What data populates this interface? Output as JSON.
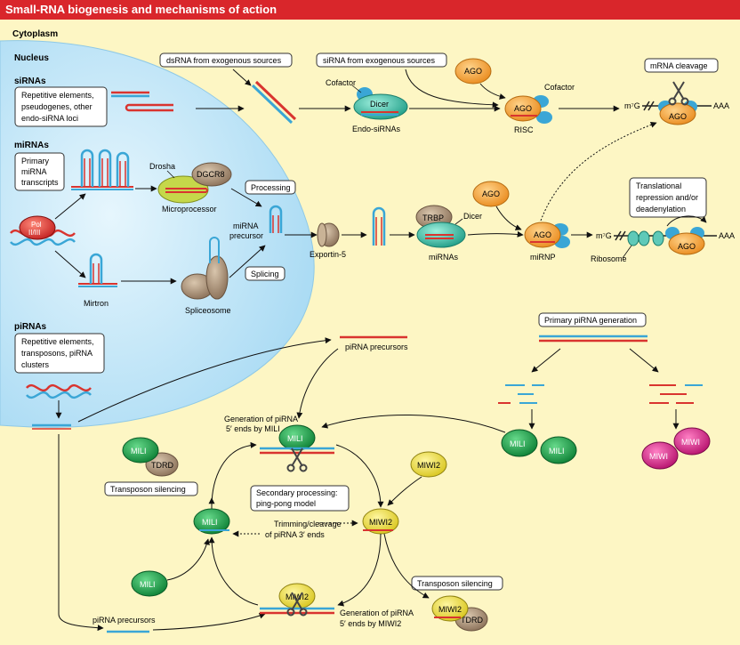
{
  "title": "Small-RNA biogenesis and mechanisms of action",
  "regions": {
    "cytoplasm": "Cytoplasm",
    "nucleus": "Nucleus"
  },
  "sections": {
    "sirnas": "siRNAs",
    "mirnas": "miRNAs",
    "pirnas": "piRNAs"
  },
  "boxes": {
    "sirna_sources": [
      "Repetitive elements,",
      "pseudogenes, other",
      "endo-siRNA loci"
    ],
    "primary_mirna": [
      "Primary",
      "miRNA",
      "transcripts"
    ],
    "pirna_sources": [
      "Repetitive elements,",
      "transposons, piRNA",
      "clusters"
    ],
    "dsrna_exo": "dsRNA from exogenous sources",
    "sirna_exo": "siRNA from exogenous sources",
    "mrna_cleavage": "mRNA cleavage",
    "processing": "Processing",
    "splicing": "Splicing",
    "translational": [
      "Translational",
      "repression and/or",
      "deadenylation"
    ],
    "primary_pirna": "Primary piRNA generation",
    "transposon_silencing_1": "Transposon silencing",
    "secondary_processing": [
      "Secondary processing:",
      "ping-pong model"
    ],
    "transposon_silencing_2": "Transposon silencing"
  },
  "proteins": {
    "ago": "AGO",
    "dicer": "Dicer",
    "drosha": "Drosha",
    "dgcr8": "DGCR8",
    "trbp": "TRBP",
    "pol": [
      "Pol",
      "II/III"
    ],
    "mili": "MILI",
    "miwi": "MIWI",
    "miwi2": "MIWI2",
    "tdrd": "TDRD"
  },
  "labels": {
    "cofactor": "Cofactor",
    "endo_sirnas": "Endo-siRNAs",
    "risc": "RISC",
    "m7g": "m⁷G",
    "aaa": "AAA",
    "microprocessor": "Microprocessor",
    "mirna_precursor": [
      "miRNA",
      "precursor"
    ],
    "exportin": "Exportin-5",
    "mirnas": "miRNAs",
    "mirnp": "miRNP",
    "ribosome": "Ribosome",
    "mirtron": "Mirtron",
    "spliceosome": "Spliceosome",
    "pirna_precursors": "piRNA precursors",
    "generation_mili": [
      "Generation of piRNA",
      "5′ ends by MILI"
    ],
    "trimming": [
      "Trimming/cleavage",
      "of piRNA 3′ ends"
    ],
    "generation_miwi2": [
      "Generation of piRNA",
      "5′ ends by MIWI2"
    ]
  },
  "colors": {
    "title_bar": "#d9262b",
    "background": "#fdf6c4",
    "nucleus": "#bfe4f7",
    "ago": "#f2a23a",
    "dicer": "#3fbfa8",
    "drosha": "#c5d84a",
    "dgcr8": "#a99179",
    "mili": "#18a44a",
    "miwi": "#e0208f",
    "miwi2": "#f3e33a",
    "rna_red": "#d9342f",
    "rna_blue": "#3aa6d6"
  }
}
